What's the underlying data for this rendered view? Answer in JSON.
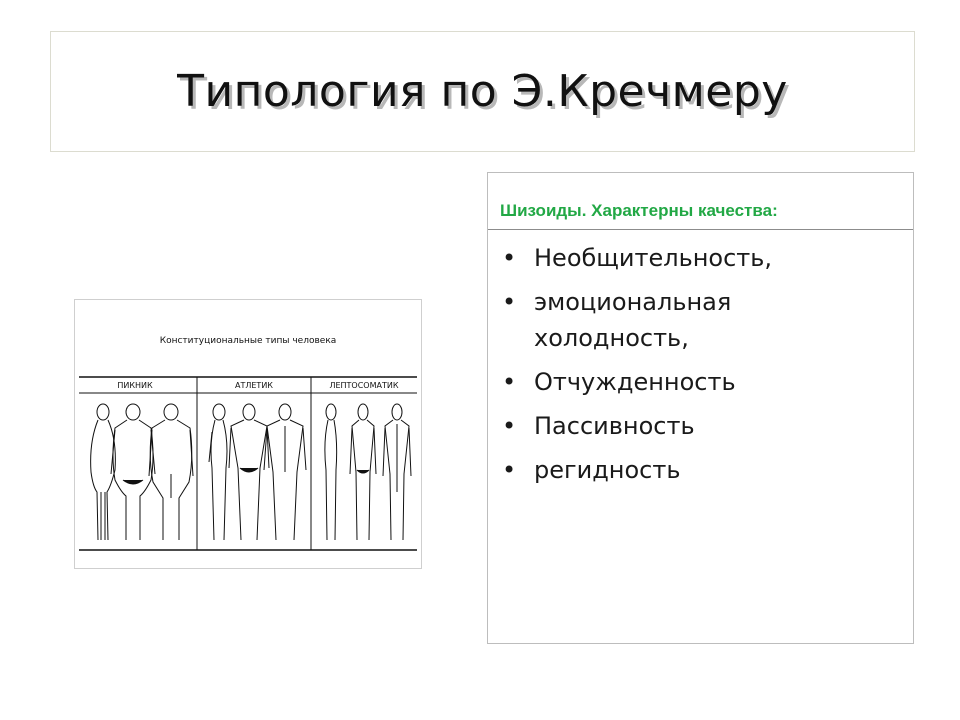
{
  "slide": {
    "title": "Типология по Э.Кречмеру"
  },
  "figure": {
    "caption": "Конституциональные типы человека",
    "columns": [
      "ПИКНИК",
      "АТЛЕТИК",
      "ЛЕПТОСОМАТИК"
    ]
  },
  "content": {
    "header": "Шизоиды. Характерны качества:",
    "bullets": [
      "Необщительность,",
      "эмоциональная холодность,",
      "Отчужденность",
      "Пассивность",
      "регидность"
    ]
  }
}
